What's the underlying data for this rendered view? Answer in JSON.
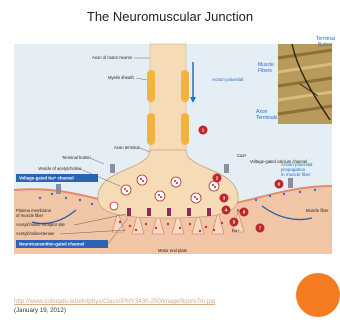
{
  "title": "The Neuromuscular Junction",
  "labels": {
    "axon": "Axon of motor neuron",
    "myelin": "Myelin sheath",
    "action_potential_top": "Action potential",
    "axon_terminal": "Axon terminal",
    "terminal_button": "Terminal button",
    "vesicle": "Vesicle of acetylcholine",
    "voltage_na": "Voltage-gated Na+ channel",
    "ca_channel": "Voltage-gated calcium channel",
    "ca_ion": "Ca2+",
    "ap_prop_1": "Action potential",
    "ap_prop_2": "propagation",
    "ap_prop_3": "in muscle fiber",
    "plasma_1": "Plasma membrane",
    "plasma_2": "of muscle fiber",
    "ach_receptor": "Acetylcholine receptor site",
    "ache": "Acetylcholinesterase",
    "nt_gated": "Neurotransmitter-gated channel",
    "motor_end_plate": "Motor end plate",
    "muscle_fiber": "Muscle fiber",
    "k_ion": "K+",
    "na_ion": "Na+"
  },
  "photo_labels": {
    "terminal_button": [
      "Terminal",
      "Button"
    ],
    "muscle_fibers": [
      "Muscle",
      "Fibers"
    ],
    "axon_terminals": [
      "Axon",
      "Terminals"
    ]
  },
  "steps": [
    "1",
    "2",
    "3",
    "4",
    "5",
    "6",
    "7",
    "8"
  ],
  "source_url": "http://www.colorado.edu/intphys/Class/IPHY3430-200/image/figure7m.jpg",
  "date": "(January 19, 2012)",
  "colors": {
    "axon": "#f5dbb4",
    "myelin": "#f2b43d",
    "membrane": "#f2c9a8",
    "extracellular": "#dfe9f3",
    "blue_box": "#2d63b5",
    "step_red": "#c0262a",
    "accent_orange": "#f47b20"
  }
}
